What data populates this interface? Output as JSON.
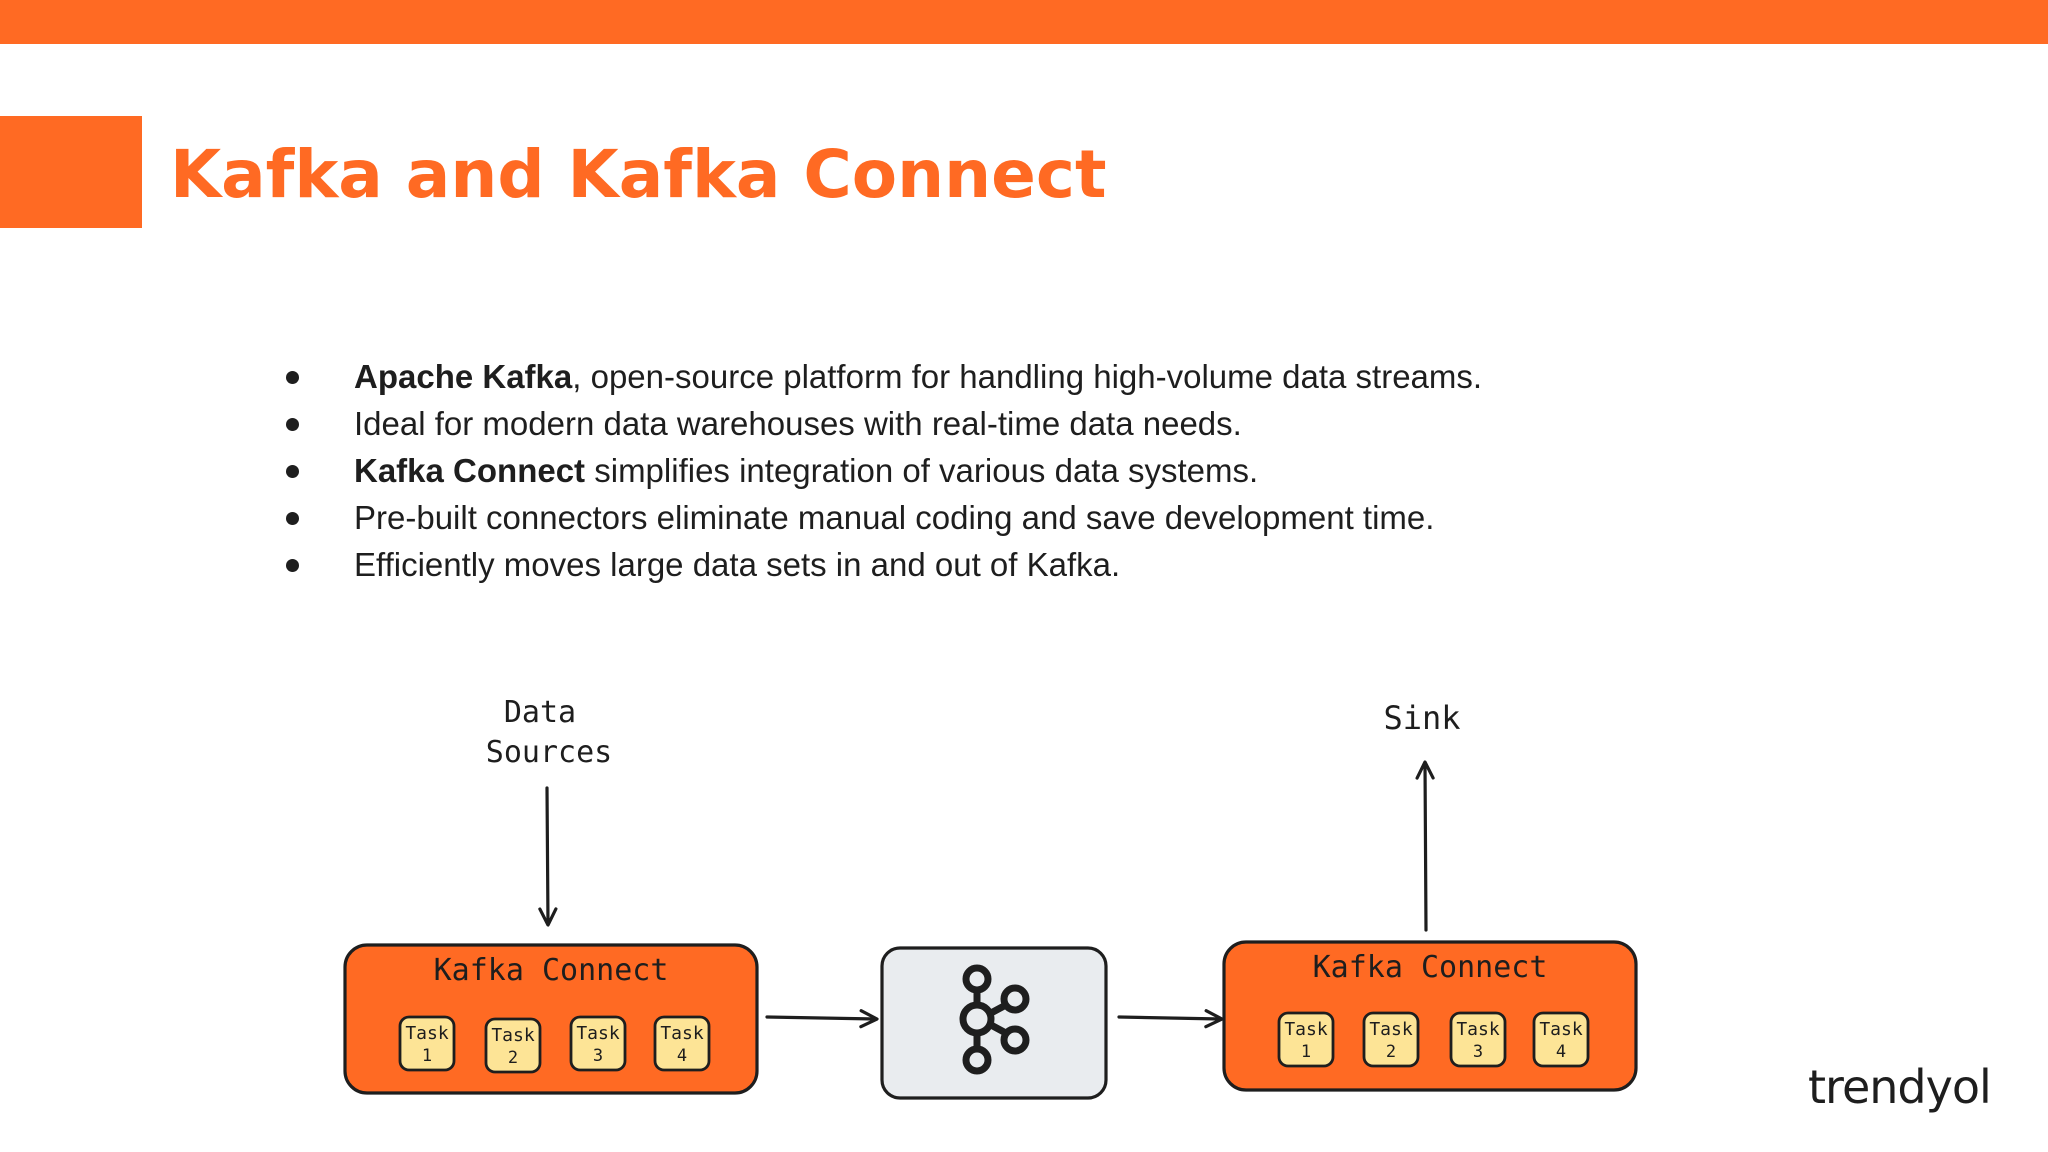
{
  "slide": {
    "title": "Kafka and Kafka Connect",
    "accent_color": "#ff6a23",
    "brand": "trendyol"
  },
  "bullets": [
    {
      "bold": "Apache Kafka",
      "text": ", open-source platform for handling high-volume data streams."
    },
    {
      "bold": "",
      "text": "Ideal for modern data warehouses with real-time data needs."
    },
    {
      "bold": "Kafka Connect",
      "text": " simplifies integration of various data systems."
    },
    {
      "bold": "",
      "text": "Pre-built connectors eliminate manual coding and save development time."
    },
    {
      "bold": "",
      "text": "Efficiently moves large data sets in and out of Kafka."
    }
  ],
  "diagram": {
    "data_sources_label_line1": "Data",
    "data_sources_label_line2": "Sources",
    "sink_label": "Sink",
    "kafka_icon": "kafka-logo-icon",
    "connect_left": {
      "title": "Kafka Connect",
      "tasks": [
        {
          "label": "Task",
          "num": "1"
        },
        {
          "label": "Task",
          "num": "2"
        },
        {
          "label": "Task",
          "num": "3"
        },
        {
          "label": "Task",
          "num": "4"
        }
      ]
    },
    "connect_right": {
      "title": "Kafka Connect",
      "tasks": [
        {
          "label": "Task",
          "num": "1"
        },
        {
          "label": "Task",
          "num": "2"
        },
        {
          "label": "Task",
          "num": "3"
        },
        {
          "label": "Task",
          "num": "4"
        }
      ]
    },
    "colors": {
      "connect_fill": "#ff6a23",
      "task_fill": "#fde496",
      "kafka_box_fill": "#e9ecef",
      "stroke": "#1e1e1e"
    }
  }
}
